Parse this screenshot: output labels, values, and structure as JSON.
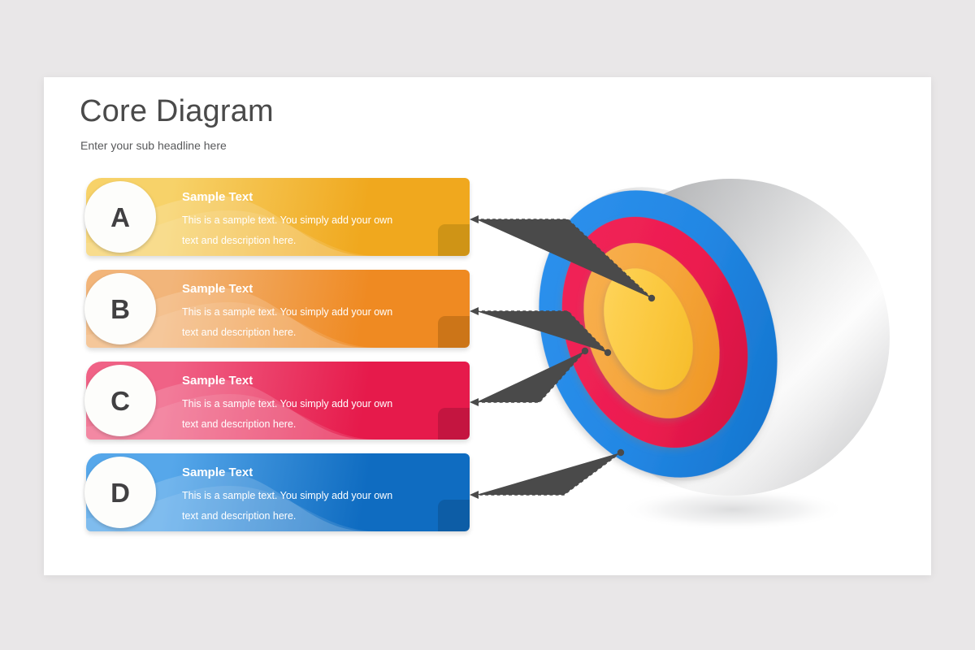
{
  "slide": {
    "title": "Core Diagram",
    "subtitle": "Enter your sub headline here",
    "background_color": "#e9e7e8",
    "canvas_color": "#ffffff"
  },
  "cards": [
    {
      "letter": "A",
      "heading": "Sample Text",
      "desc_line1": "This is a sample text. You simply add your own",
      "desc_line2": "text and description here.",
      "color_light": "#f7d269",
      "color_dark": "#f0a81e",
      "fold_color": "#cf9416",
      "wave_color": "#ffffff"
    },
    {
      "letter": "B",
      "heading": "Sample Text",
      "desc_line1": "This is a sample text. You simply add your own",
      "desc_line2": "text and description here.",
      "color_light": "#f2b57a",
      "color_dark": "#ef8a22",
      "fold_color": "#cc7518",
      "wave_color": "#ffffff"
    },
    {
      "letter": "C",
      "heading": "Sample Text",
      "desc_line1": "This is a sample text. You simply add your own",
      "desc_line2": "text and description here.",
      "color_light": "#f06286",
      "color_dark": "#e61a4b",
      "fold_color": "#c41540",
      "wave_color": "#ffffff"
    },
    {
      "letter": "D",
      "heading": "Sample Text",
      "desc_line1": "This is a sample text. You simply add your own",
      "desc_line2": "text and description here.",
      "color_light": "#56a7ea",
      "color_dark": "#0f6cc1",
      "fold_color": "#0d5da6",
      "wave_color": "#ffffff"
    }
  ],
  "diagram": {
    "type": "concentric-sphere",
    "sphere_body_color": "#d2d3d4",
    "sphere_highlight_color": "#ffffff",
    "rings": [
      {
        "name": "outer-ring-blue",
        "color": "#2387e4",
        "card_letter": "D"
      },
      {
        "name": "ring-crimson",
        "color": "#ec1c4f",
        "card_letter": "C"
      },
      {
        "name": "ring-orange",
        "color": "#f5a53b",
        "card_letter": "B"
      },
      {
        "name": "core-yellow",
        "color": "#fbc83f",
        "card_letter": "A"
      }
    ],
    "connector_color": "#4a4a4a",
    "connector_style": "dashed-with-arrow"
  }
}
